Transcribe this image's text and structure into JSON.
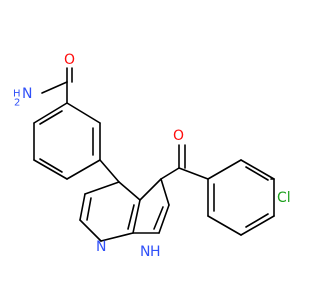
{
  "colors": {
    "carbon_bond": "#000000",
    "oxygen": "#ff0d0d",
    "nitrogen": "#3050f8",
    "chlorine": "#1fa01f",
    "background": "#ffffff"
  },
  "labels": {
    "amide_nitrogen": "H",
    "amide_nitrogen_main": "N",
    "amide_nitrogen_sub": "2",
    "amide_oxygen": "O",
    "ketone_oxygen": "O",
    "chlorine": "Cl",
    "pyridine_nitrogen": "N",
    "pyrrole_nh": "H",
    "pyrrole_n": "N"
  }
}
